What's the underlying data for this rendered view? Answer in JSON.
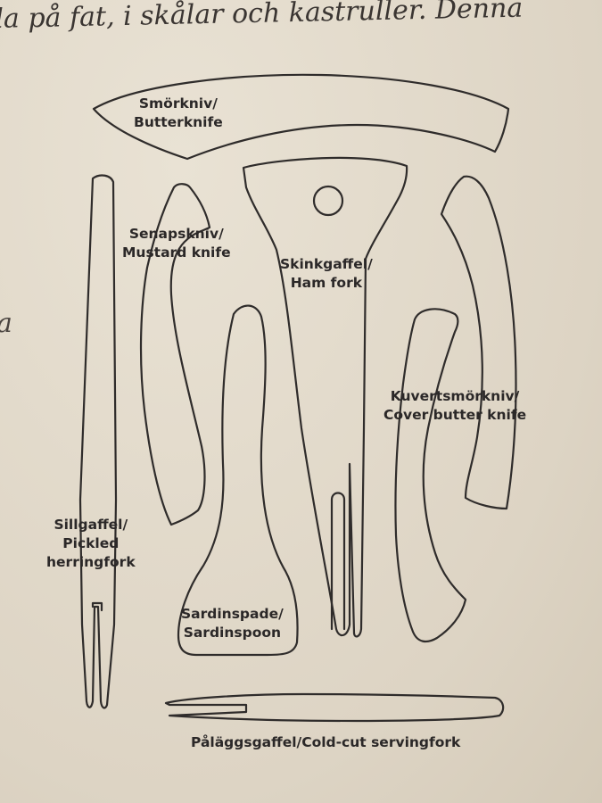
{
  "header": {
    "text": "la på fat, i skålar och kastruller. Denna"
  },
  "margin": {
    "text": "a"
  },
  "labels": {
    "butterknife": [
      "Smörkniv/",
      "Butterknife"
    ],
    "mustard": [
      "Senapskniv/",
      "Mustard knife"
    ],
    "ham": [
      "Skinkgaffel/",
      "Ham fork"
    ],
    "cover": [
      "Kuvertsmörkniv/",
      "Cover butter knife"
    ],
    "herring": [
      "Sillgaffel/",
      "Pickled",
      "herringfork"
    ],
    "sardine": [
      "Sardinspade/",
      "Sardinspoon"
    ],
    "coldcut": "Påläggsgaffel/Cold-cut servingfork"
  }
}
